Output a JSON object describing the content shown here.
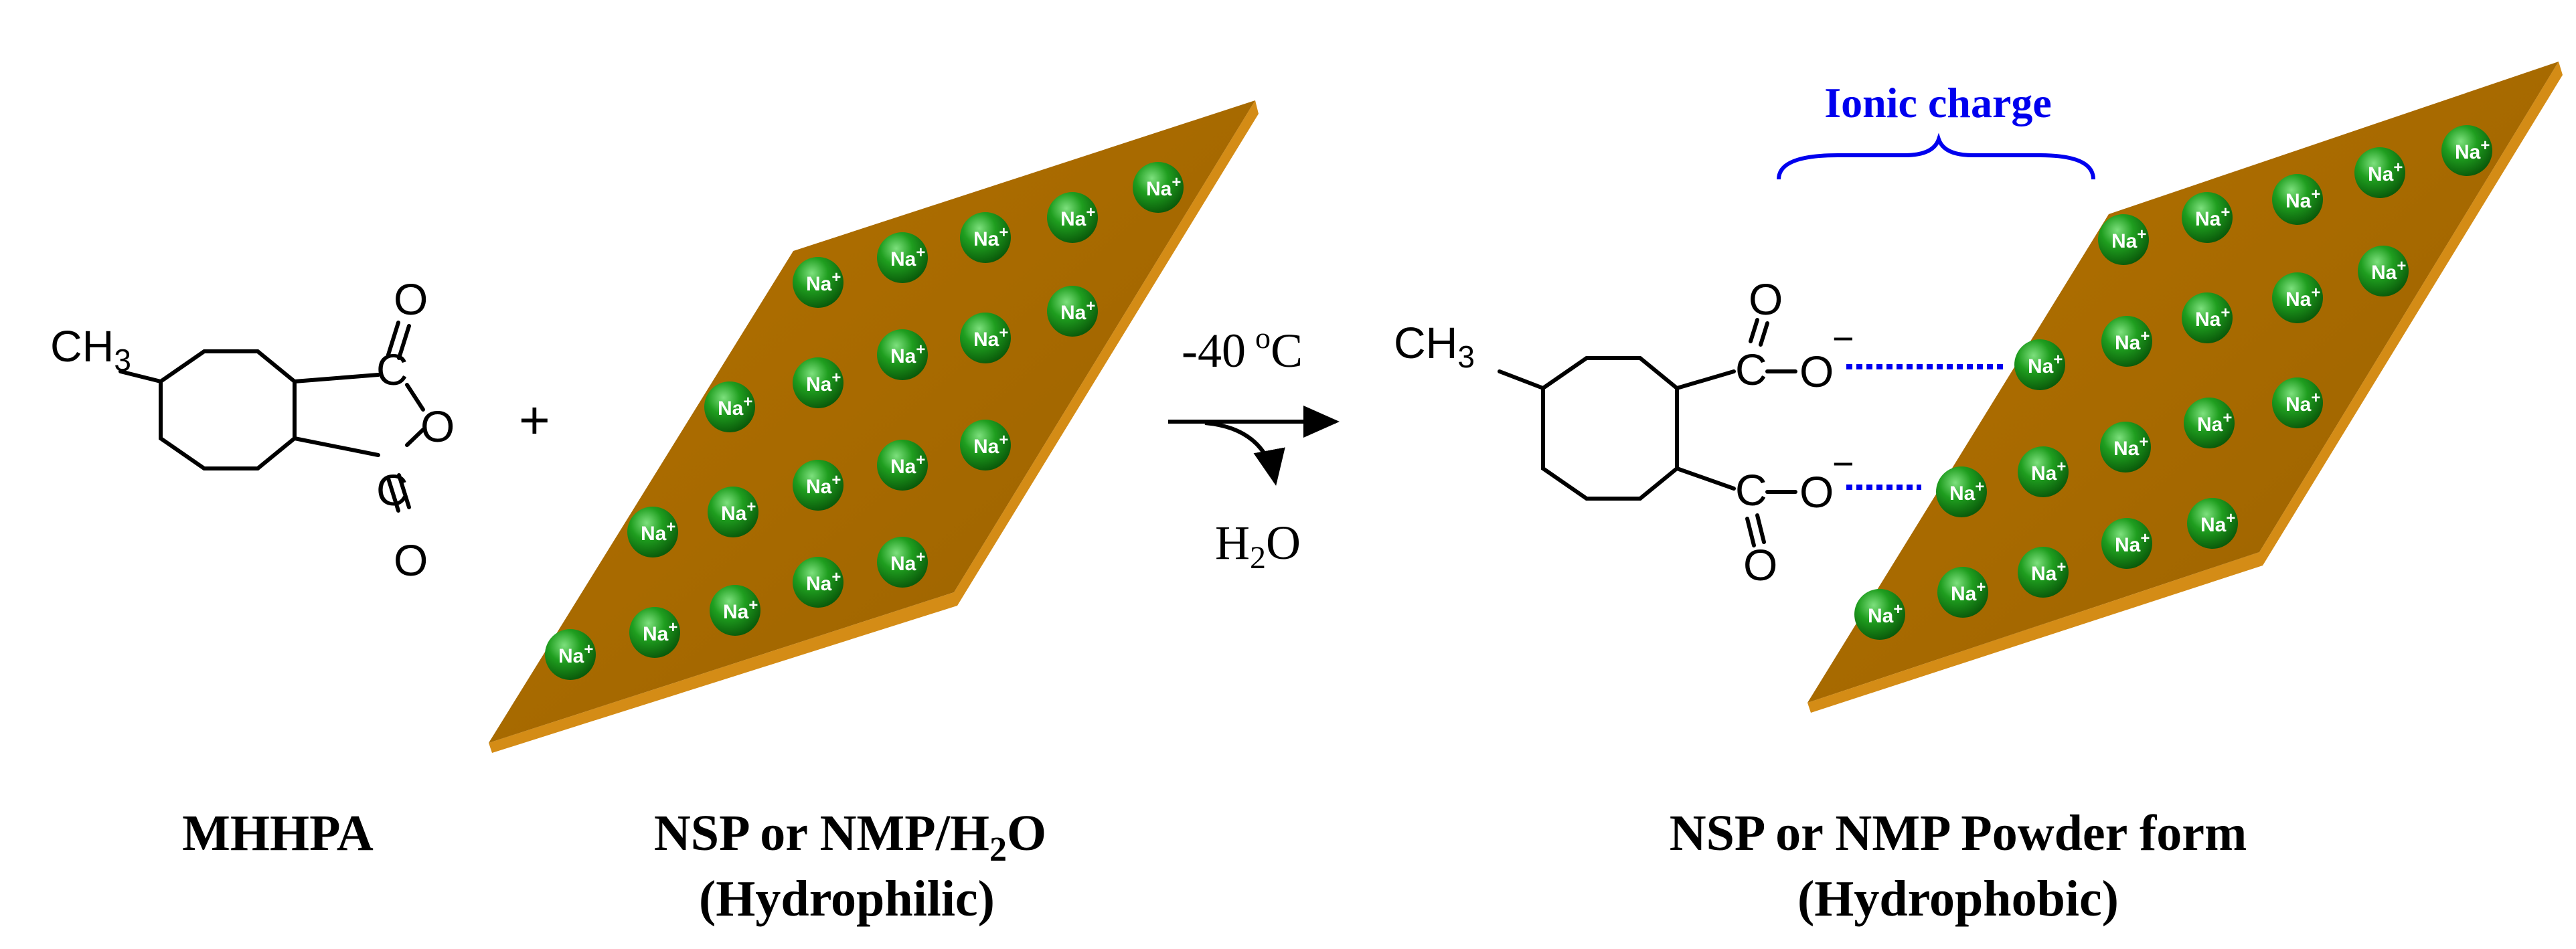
{
  "reactant": {
    "methyl": "CH",
    "methyl_sub": "3",
    "carbon": "C",
    "oxygen": "O",
    "name": "MHHPA"
  },
  "plus": "+",
  "reagent": {
    "name_line1_a": "NSP or NMP/H",
    "name_line1_sub": "2",
    "name_line1_b": "O",
    "name_line2": "(Hydrophilic)",
    "ion_text": "Na",
    "ion_charge": "+"
  },
  "conditions": {
    "temperature_value": "-40",
    "temperature_unit": "oC",
    "byproduct_a": "H",
    "byproduct_sub": "2",
    "byproduct_b": "O"
  },
  "product": {
    "methyl": "CH",
    "methyl_sub": "3",
    "carbon": "C",
    "oxygen": "O",
    "charge": "−",
    "bracket_label": "Ionic charge",
    "name_line1": "NSP or NMP Powder form",
    "name_line2": "(Hydrophobic)"
  },
  "colors": {
    "clay_top": "#a86b00",
    "clay_edge": "#d48c16",
    "sodium": "#149414",
    "ionic_bond": "#0000ee"
  }
}
